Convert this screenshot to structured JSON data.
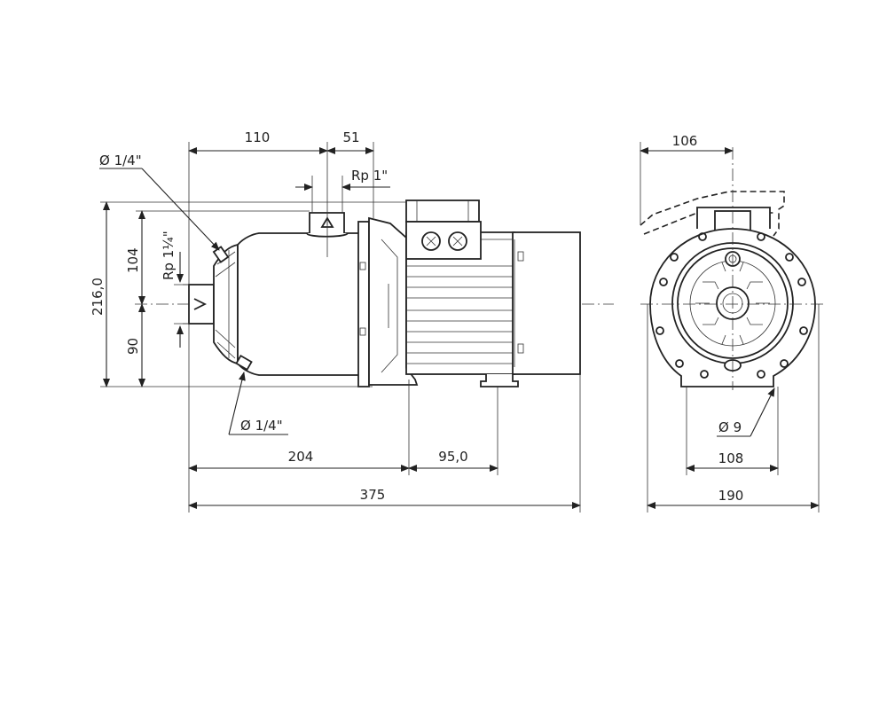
{
  "side_view": {
    "dim_top_left": "110",
    "dim_top_right": "51",
    "port_top": "Rp 1\"",
    "gauge_top": "Ø 1/4\"",
    "port_suction": "Rp 1¼\"",
    "dim_upper_height": "104",
    "dim_total_height": "216,0",
    "dim_lower_height": "90",
    "gauge_bottom": "Ø 1/4\"",
    "dim_bottom_left": "204",
    "dim_bottom_right": "95,0",
    "dim_total_length": "375"
  },
  "front_view": {
    "dim_top": "106",
    "hole_dia": "Ø 9",
    "dim_feet": "108",
    "dim_width": "190"
  }
}
